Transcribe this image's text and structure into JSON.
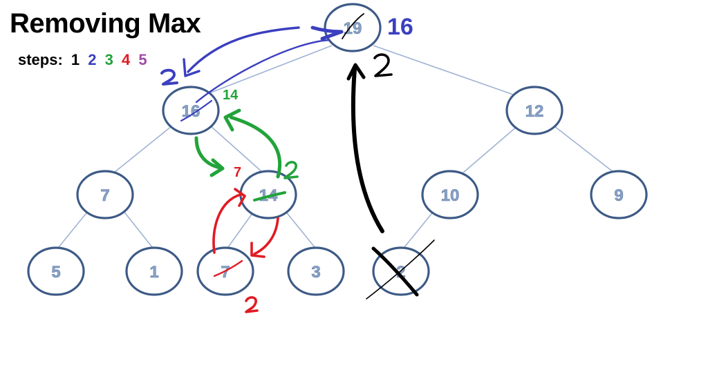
{
  "title": "Removing Max",
  "steps": {
    "label": "steps:",
    "items": [
      {
        "text": "1",
        "color": "#000000"
      },
      {
        "text": "2",
        "color": "#3b3fbf"
      },
      {
        "text": "3",
        "color": "#22a33a"
      },
      {
        "text": "4",
        "color": "#e01b24"
      },
      {
        "text": "5",
        "color": "#a04aa6"
      }
    ]
  },
  "tree": {
    "nodes": [
      "19",
      "16",
      "12",
      "7",
      "14",
      "10",
      "9",
      "5",
      "1",
      "7",
      "3",
      "2"
    ],
    "root_new_value": "16",
    "level1_new_value": "14",
    "level2_new_value": "7"
  },
  "annotations": {
    "twos": [
      "2",
      "2",
      "2",
      "2"
    ]
  },
  "colors": {
    "step1": "#000000",
    "step2": "#3b3fbf",
    "step3": "#22a33a",
    "step4": "#e01b24",
    "edge": "#9fb3d3",
    "node_stroke": "#3d5a86",
    "node_text": "#8aa3c6"
  }
}
